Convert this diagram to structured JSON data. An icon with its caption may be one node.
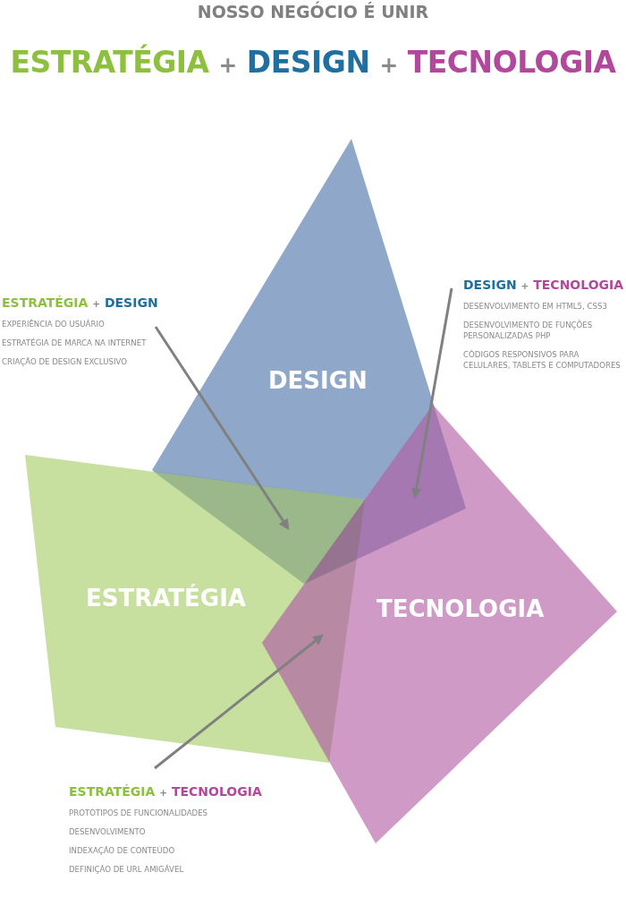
{
  "diagram": {
    "title": "NOSSO NEGÓCIO É UNIR",
    "nodes": [
      {
        "text": [
          "DESIGN"
        ]
      },
      {
        "text": [
          "ESTRATÉGIA"
        ]
      },
      {
        "text": [
          "TECNOLOGIA"
        ]
      },
      {
        "text": [
          "ESTRATÉGIA + DESIGN",
          "EXPERIÊNCIA DO USUÁRIO",
          "ESTRATÉGIA DE MARCA NA INTERNET",
          "CRIAÇÃO DE DESIGN EXCLUSIVO"
        ]
      },
      {
        "text": [
          "DESIGN + TECNOLOGIA",
          "DESENVOLVIMENTO EM HTML5, CSS3",
          "DESENVOLVIMENTO DE FUNÇÕES PERSONALIZADAS PHP",
          "CÓDIGOS RESPONSIVOS PARA CELULARES, TABLETS E COMPUTADORES"
        ]
      },
      {
        "text": [
          "ESTRATÉGIA + TECNOLOGIA",
          "PROTÓTIPOS DE FUNCIONALIDADES",
          "DESENVOLVIMENTO",
          "INDEXAÇÃO DE CONTEÚDO",
          "DEFINIÇÃO DE URL AMIGÁVEL"
        ]
      },
      {
        "text": [],
        "shape": "polygon"
      },
      {
        "text": [],
        "shape": "polygon"
      },
      {
        "text": [],
        "shape": "polygon"
      }
    ],
    "edges": [
      {
        "from": 3,
        "to": 6,
        "arrow": "to"
      },
      {
        "from": 4,
        "to": 7,
        "arrow": "to"
      },
      {
        "from": 5,
        "to": 8,
        "arrow": "to"
      }
    ],
    "labels": [
      "ESTRATÉGIA + DESIGN + TECNOLOGIA"
    ]
  }
}
